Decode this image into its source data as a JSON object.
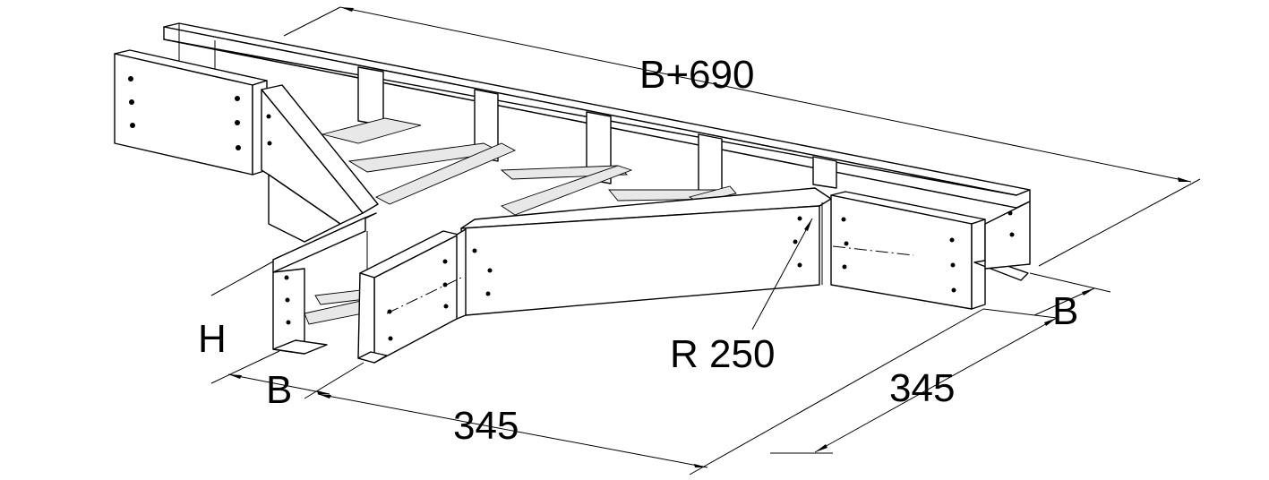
{
  "labels": {
    "top_width": "B+690",
    "height": "H",
    "width_left": "B",
    "width_right": "B",
    "length_left": "345",
    "length_right": "345",
    "radius": "R 250"
  }
}
